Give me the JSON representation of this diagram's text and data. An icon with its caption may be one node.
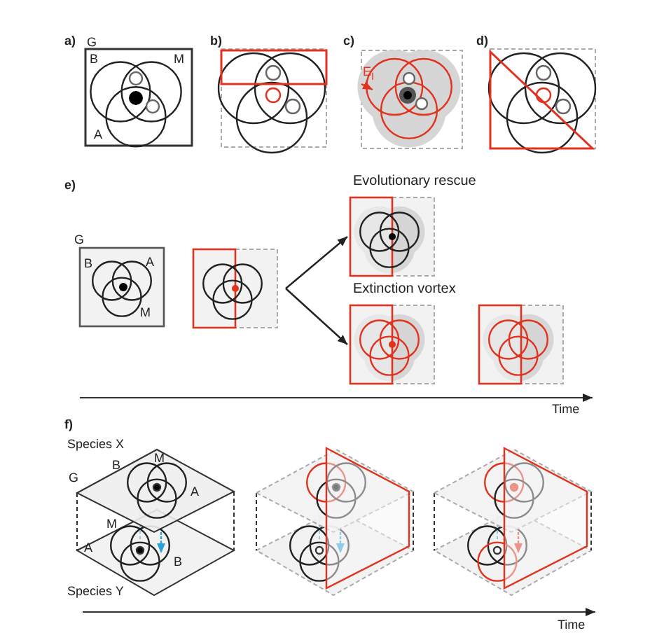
{
  "diagram": {
    "nodes": [
      {
        "text": [],
        "shape": "picture"
      },
      {
        "text": [
          "Evolutionary rescue"
        ]
      },
      {
        "text": [
          "Extinction vortex"
        ]
      }
    ],
    "edges": [
      {
        "from": 0,
        "to": 1,
        "arrow": "to"
      },
      {
        "from": 0,
        "to": 2,
        "arrow": "to"
      }
    ],
    "labels": [
      "a)",
      "G",
      "B",
      "M",
      "A",
      "b)",
      "c)",
      "E$_{I}$",
      "d)",
      "e)",
      "G",
      "B",
      "A",
      "M",
      "Time",
      "f)",
      "Species X",
      "M",
      "G",
      "B",
      "A",
      "M",
      "A",
      "B",
      "Species Y",
      "Time"
    ]
  }
}
